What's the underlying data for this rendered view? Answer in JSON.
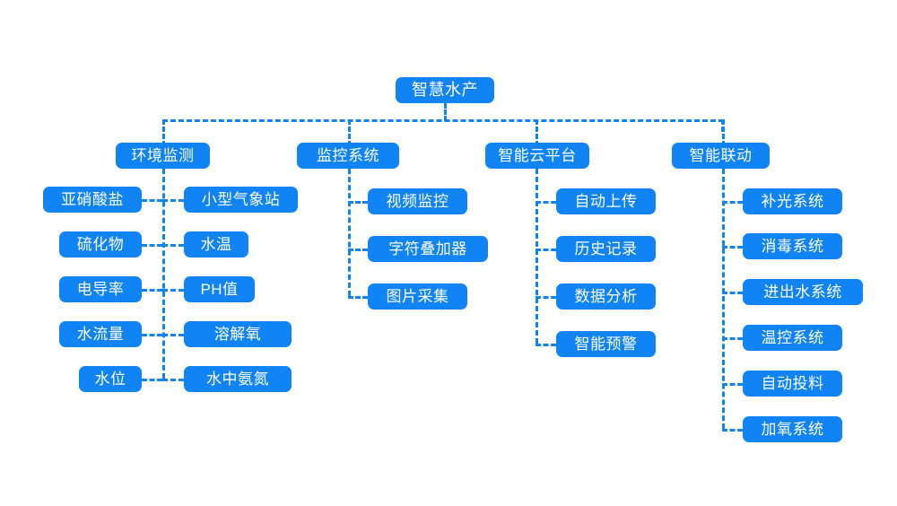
{
  "diagram": {
    "title": "智慧水产",
    "type": "tree",
    "accent_color": "#1184f5",
    "background_color": "#ffffff",
    "root": {
      "label": "智慧水产"
    },
    "branches": [
      {
        "id": "env-monitor",
        "label": "环境监测",
        "layout": "two-sided",
        "left_children": [
          {
            "label": "亚硝酸盐"
          },
          {
            "label": "硫化物"
          },
          {
            "label": "电导率"
          },
          {
            "label": "水流量"
          },
          {
            "label": "水位"
          }
        ],
        "right_children": [
          {
            "label": "小型气象站"
          },
          {
            "label": "水温"
          },
          {
            "label": "PH值"
          },
          {
            "label": "溶解氧"
          },
          {
            "label": "水中氨氮"
          }
        ]
      },
      {
        "id": "surveillance",
        "label": "监控系统",
        "layout": "right-side",
        "children": [
          {
            "label": "视频监控"
          },
          {
            "label": "字符叠加器"
          },
          {
            "label": "图片采集"
          }
        ]
      },
      {
        "id": "cloud-platform",
        "label": "智能云平台",
        "layout": "right-side",
        "children": [
          {
            "label": "自动上传"
          },
          {
            "label": "历史记录"
          },
          {
            "label": "数据分析"
          },
          {
            "label": "智能预警"
          }
        ]
      },
      {
        "id": "smart-linkage",
        "label": "智能联动",
        "layout": "right-side",
        "children": [
          {
            "label": "补光系统"
          },
          {
            "label": "消毒系统"
          },
          {
            "label": "进出水系统"
          },
          {
            "label": "温控系统"
          },
          {
            "label": "自动投料"
          },
          {
            "label": "加氧系统"
          }
        ]
      }
    ]
  }
}
